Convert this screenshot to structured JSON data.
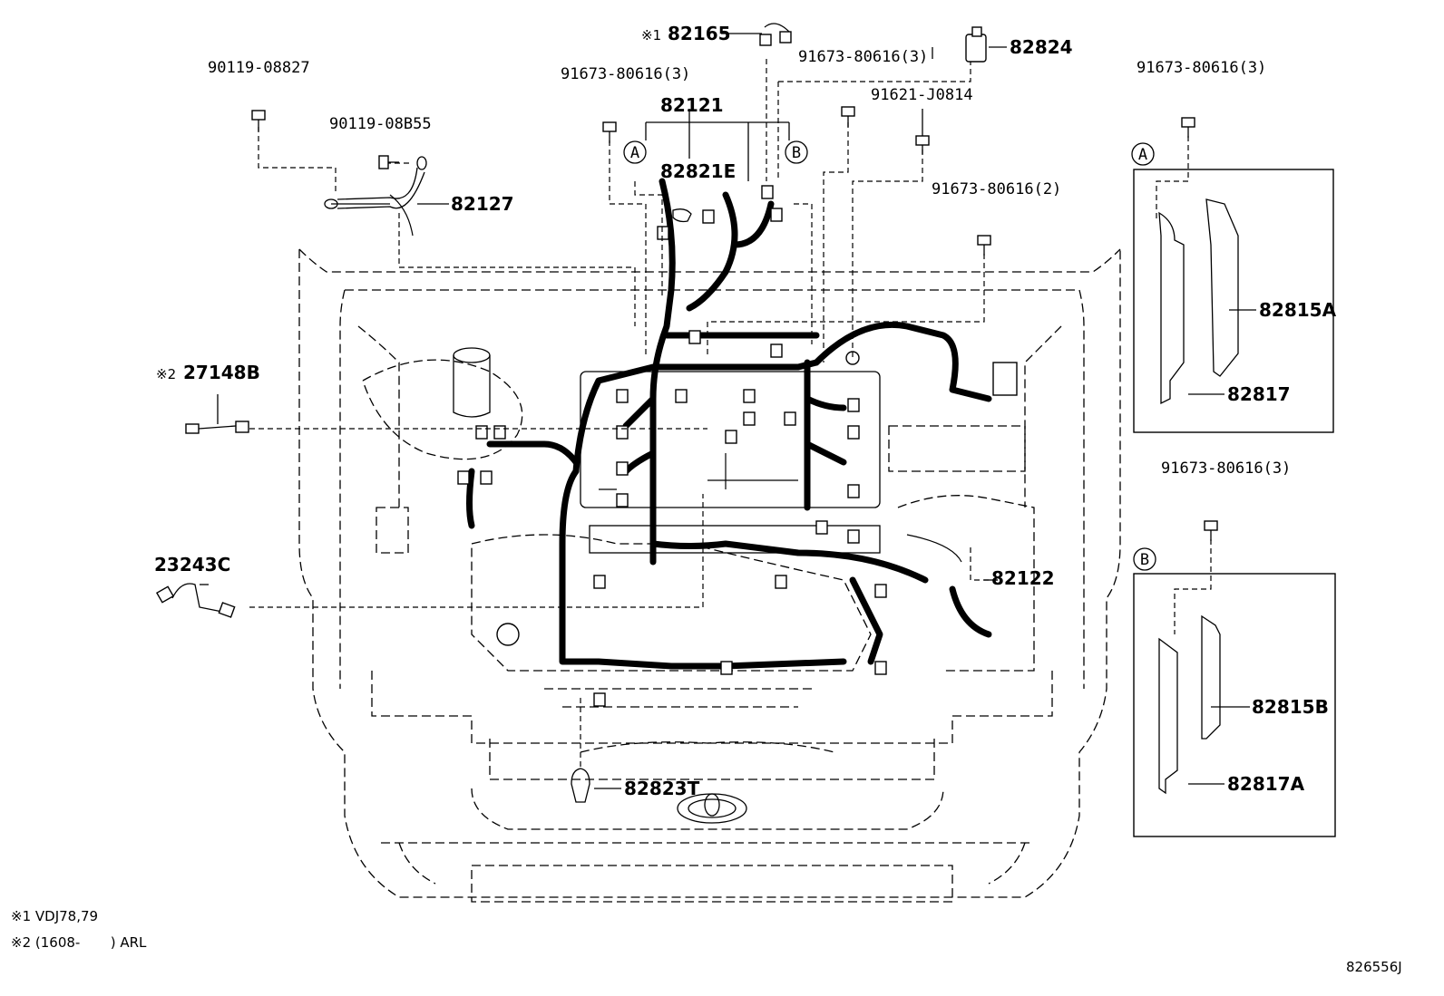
{
  "labels": {
    "bolt_90119_08827": "90119-08827",
    "bolt_90119_08b55": "90119-08B55",
    "wire_82127": "82127",
    "sensor_82165": "82165",
    "sensor_82165_note": "※1",
    "bolt_91673_left": "91673-80616(3)",
    "harness_82121": "82121",
    "harness_82821e": "82821E",
    "bolt_91673_center": "91673-80616(3)",
    "connector_82824": "82824",
    "bolt_91621": "91621-J0814",
    "bolt_91673_right": "91673-80616(2)",
    "wire_27148b": "27148B",
    "wire_27148b_note": "※2",
    "hose_23243c": "23243C",
    "harness_82122": "82122",
    "clamp_82823t": "82823T",
    "callout_a": "A",
    "callout_b": "B",
    "panel_a_bolt": "91673-80616(3)",
    "panel_a_part1": "82815A",
    "panel_a_part2": "82817",
    "panel_b_bolt": "91673-80616(3)",
    "panel_b_part1": "82815B",
    "panel_b_part2": "82817A"
  },
  "notes": {
    "note1": "※1 VDJ78,79",
    "note2": "※2 (1608-       ) ARL"
  },
  "diagram_id": "826556J"
}
